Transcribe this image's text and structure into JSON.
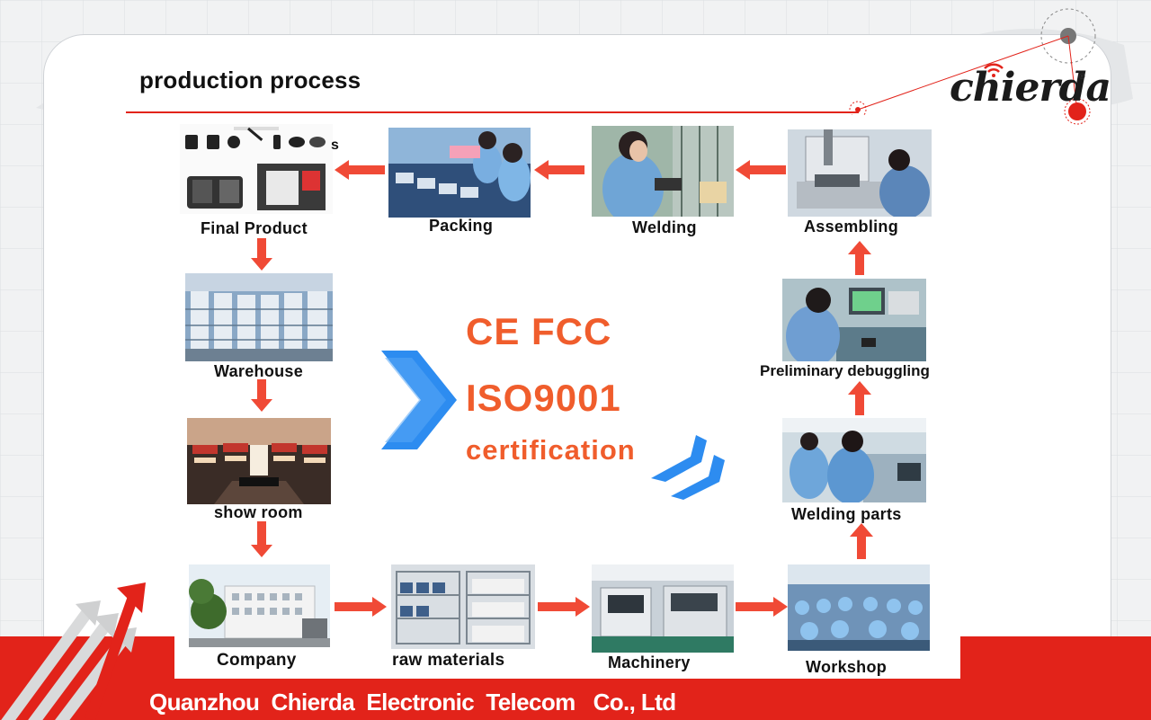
{
  "slide": {
    "title": "production process",
    "footer": "Quanzhou  Chierda  Electronic  Telecom   Co., Ltd",
    "logo": "chierda",
    "logo_mark": "®"
  },
  "certification": {
    "line1": "CE FCC",
    "line2": "ISO9001",
    "line3": "certification"
  },
  "steps": [
    {
      "label": "Final Product",
      "photo_suffix": "s"
    },
    {
      "label": "Packing"
    },
    {
      "label": "Welding"
    },
    {
      "label": "Assembling"
    },
    {
      "label": "Warehouse"
    },
    {
      "label": "Preliminary debuggling"
    },
    {
      "label": "show room"
    },
    {
      "label": "Welding parts"
    },
    {
      "label": "Company"
    },
    {
      "label": "raw materials"
    },
    {
      "label": "Machinery"
    },
    {
      "label": "Workshop"
    }
  ],
  "colors": {
    "accent_red": "#e2231a",
    "arrow_red": "#f04a36",
    "cert_orange": "#f05d2c",
    "chevron_blue": "#2d8cf0"
  }
}
